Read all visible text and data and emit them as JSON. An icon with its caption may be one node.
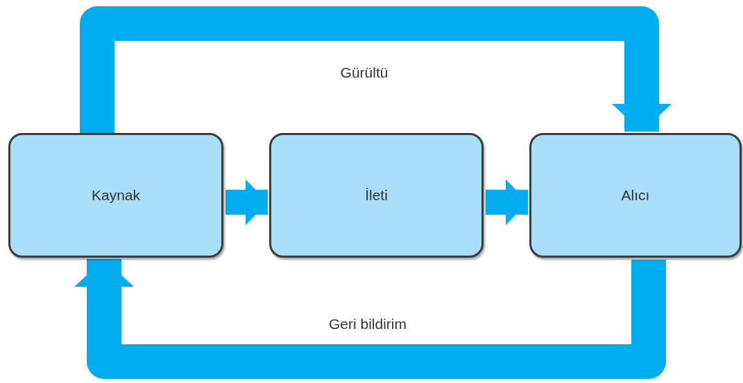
{
  "diagram": {
    "nodes": [
      {
        "text": [
          "Kaynak"
        ]
      },
      {
        "text": [
          "İleti"
        ]
      },
      {
        "text": [
          "Alıcı"
        ]
      }
    ],
    "edges": [
      {
        "from": 0,
        "to": 1,
        "arrow": "to"
      },
      {
        "from": 1,
        "to": 2,
        "arrow": "to"
      },
      {
        "from": 0,
        "to": 2,
        "arrow": "to"
      },
      {
        "from": 2,
        "to": 0,
        "arrow": "to"
      }
    ],
    "labels": [
      "Gürültü",
      "Geri bildirim"
    ]
  }
}
